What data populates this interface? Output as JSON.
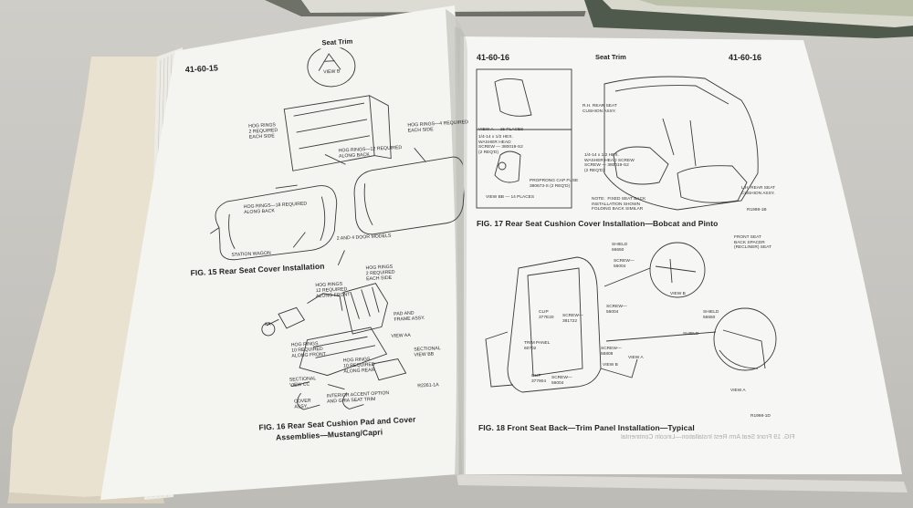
{
  "left_page": {
    "page_number": "41-60-15",
    "section_title": "Seat Trim",
    "fig15": {
      "caption": "FIG. 15 Rear Seat Cover Installation",
      "labels": {
        "view_b": "VIEW B",
        "hog_rings_each_side": "HOG RINGS\n2 REQUIRED\nEACH SIDE",
        "hog_rings_12": "HOG RINGS—12 REQUIRED\nALONG BACK",
        "hog_rings_4": "HOG RINGS—4 REQUIRED\nEACH SIDE",
        "hog_rings_18": "HOG RINGS—18 REQUIRED\nALONG BACK",
        "two_four_door": "2 AND 4 DOOR MODELS",
        "station_wagon": "STATION WAGON"
      }
    },
    "fig16": {
      "caption_line1": "FIG. 16 Rear Seat Cushion Pad and Cover",
      "caption_line2": "Assemblies—Mustang/Capri",
      "labels": {
        "hog_rings_front": "HOG RINGS\n12 REQUIRED\nALONG FRONT",
        "hog_rings_side": "HOG RINGS\n2 REQUIRED\nEACH SIDE",
        "pad_frame": "PAD AND\nFRAME ASSY.",
        "view_aa": "VIEW AA",
        "sectional_bb": "SECTIONAL\nVIEW BB",
        "hog_rings_10": "HOG RINGS\n10 REQUIRED\nALONG FRONT",
        "hog_rings_rear": "HOG RINGS\n10 REQUIRED\nALONG REAR",
        "sectional_cc": "SECTIONAL\nVIEW CC",
        "cover_assy": "COVER\nASSY.",
        "interior_option": "INTERIOR ACCENT OPTION\nAND GHIA SEAT TRIM",
        "aa": "AA",
        "code": "R2261-1A"
      }
    }
  },
  "right_page": {
    "page_number_left": "41-60-16",
    "section_title": "Seat Trim",
    "page_number_right": "41-60-16",
    "fig17": {
      "caption": "FIG. 17 Rear Seat Cushion Cover Installation—Bobcat and Pinto",
      "labels": {
        "view_a": "VIEW A — 15 PLACES",
        "washer": "1/4-14 x 1/2 HEX.\nWASHER HEAD\nSCREW — 380019-S2\n(2 REQ'D)",
        "view_bb": "VIEW BB — 14 PLACES",
        "prong": "PROPRONG CAP FUSE\n380673-S (2 REQ'D)",
        "rh_cushion": "R.H. REAR SEAT\nCUSHION ASSY.",
        "washer2": "1/4-14 x 1/2 HEX.\nWASHER HEAD SCREW\nSCREW — 380019-S2\n(2 REQ'D)",
        "note": "NOTE:  FIXED SEAT BACK\nINSTALLATION SHOWN\nFOLDING BACK SIMILAR",
        "lh_cushion": "L.H. REAR SEAT\nCUSHION ASSY.",
        "code": "R1998-1B"
      }
    },
    "fig18": {
      "caption": "FIG. 18 Front Seat Back—Trim Panel Installation—Typical",
      "labels": {
        "front_spacer": "FRONT SEAT\nBACK SPACER\n(RECLINER) SEAT",
        "shield_top": "SHIELD\n66650",
        "screw_top": "SCREW—\n56004",
        "view_b_top": "VIEW B",
        "clip1": "CLIP\n377E20",
        "screw1": "SCREW—\n381722",
        "screw2": "SCREW—\n56004",
        "shield2": "SHIELD\n56650",
        "trim_panel": "TRIM PANEL\n60702",
        "clip2": "CLIP\n377904",
        "screw3": "SCREW—\n56004",
        "view_b": "VIEW B",
        "screw4": "SCREW—\n56808",
        "view_a": "VIEW A",
        "shield_low": "SHIELD",
        "view_a_low": "VIEW A",
        "code": "R1998-1D"
      }
    },
    "mirror_text": "FIG. 19 Front Seat Arm Rest Installation—Lincoln Continental"
  }
}
